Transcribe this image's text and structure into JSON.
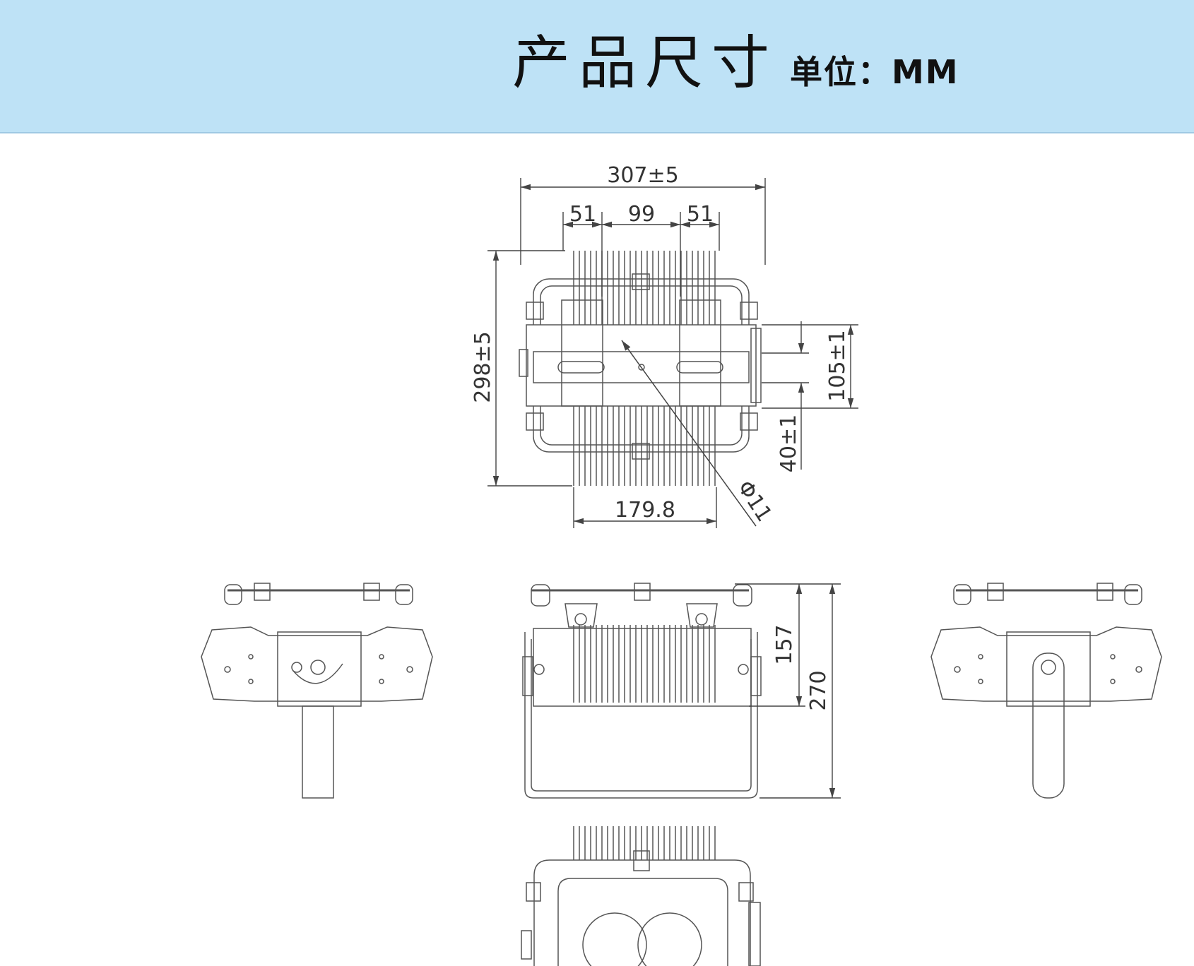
{
  "header": {
    "title": "产品尺寸",
    "unit_label": "单位：MM",
    "background_color": "#bee2f6"
  },
  "dimensions": {
    "overall_width": "307±5",
    "left_spacing": "51",
    "center_spacing": "99",
    "right_spacing": "51",
    "overall_height": "298±5",
    "bracket_width": "105±1",
    "bracket_offset": "40±1",
    "fin_width": "179.8",
    "hole_diameter": "Φ11",
    "body_height": "157",
    "total_height": "270"
  },
  "line_color": "#555555"
}
